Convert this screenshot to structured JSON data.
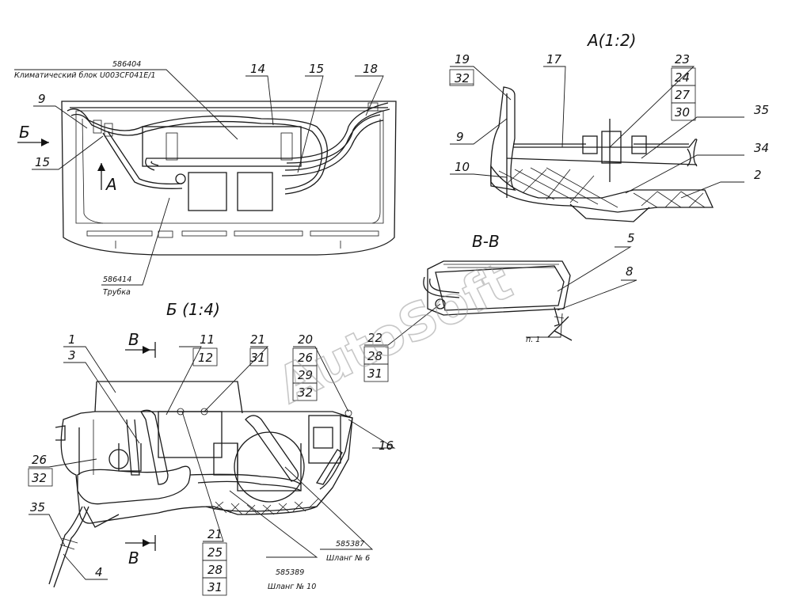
{
  "watermark": "AutoSoft",
  "views": {
    "a_title": "A(1:2)",
    "b_title": "Б (1:4)",
    "v_title": "В-В"
  },
  "notes": {
    "klimat_code": "586404",
    "klimat_name": "Климатический блок U003CF041E/1",
    "trubka_code": "586414",
    "trubka_name": "Трубка",
    "hose6_code": "585387",
    "hose6_name": "Шланг № 6",
    "hose10_code": "585389",
    "hose10_name": "Шланг № 10",
    "p1": "п. 1"
  },
  "arrows": {
    "b": "Б",
    "a": "A",
    "v_top": "В",
    "v_bottom": "В"
  },
  "callouts": {
    "n14": "14",
    "n15a": "15",
    "n18": "18",
    "n9a": "9",
    "n15b": "15",
    "n19": "19",
    "n32a": "32",
    "n17": "17",
    "n23": "23",
    "n24": "24",
    "n27": "27",
    "n30": "30",
    "n35a": "35",
    "n34": "34",
    "n2": "2",
    "n9b": "9",
    "n10": "10",
    "n5": "5",
    "n8": "8",
    "n22": "22",
    "n28a": "28",
    "n31a": "31",
    "n1": "1",
    "n3": "3",
    "n11": "11",
    "n12": "12",
    "n21a": "21",
    "n31b": "31",
    "n20": "20",
    "n26a": "26",
    "n29": "29",
    "n32b": "32",
    "n16": "16",
    "n26b": "26",
    "n32c": "32",
    "n35b": "35",
    "n4": "4",
    "n21b": "21",
    "n25": "25",
    "n28b": "28",
    "n31c": "31"
  }
}
